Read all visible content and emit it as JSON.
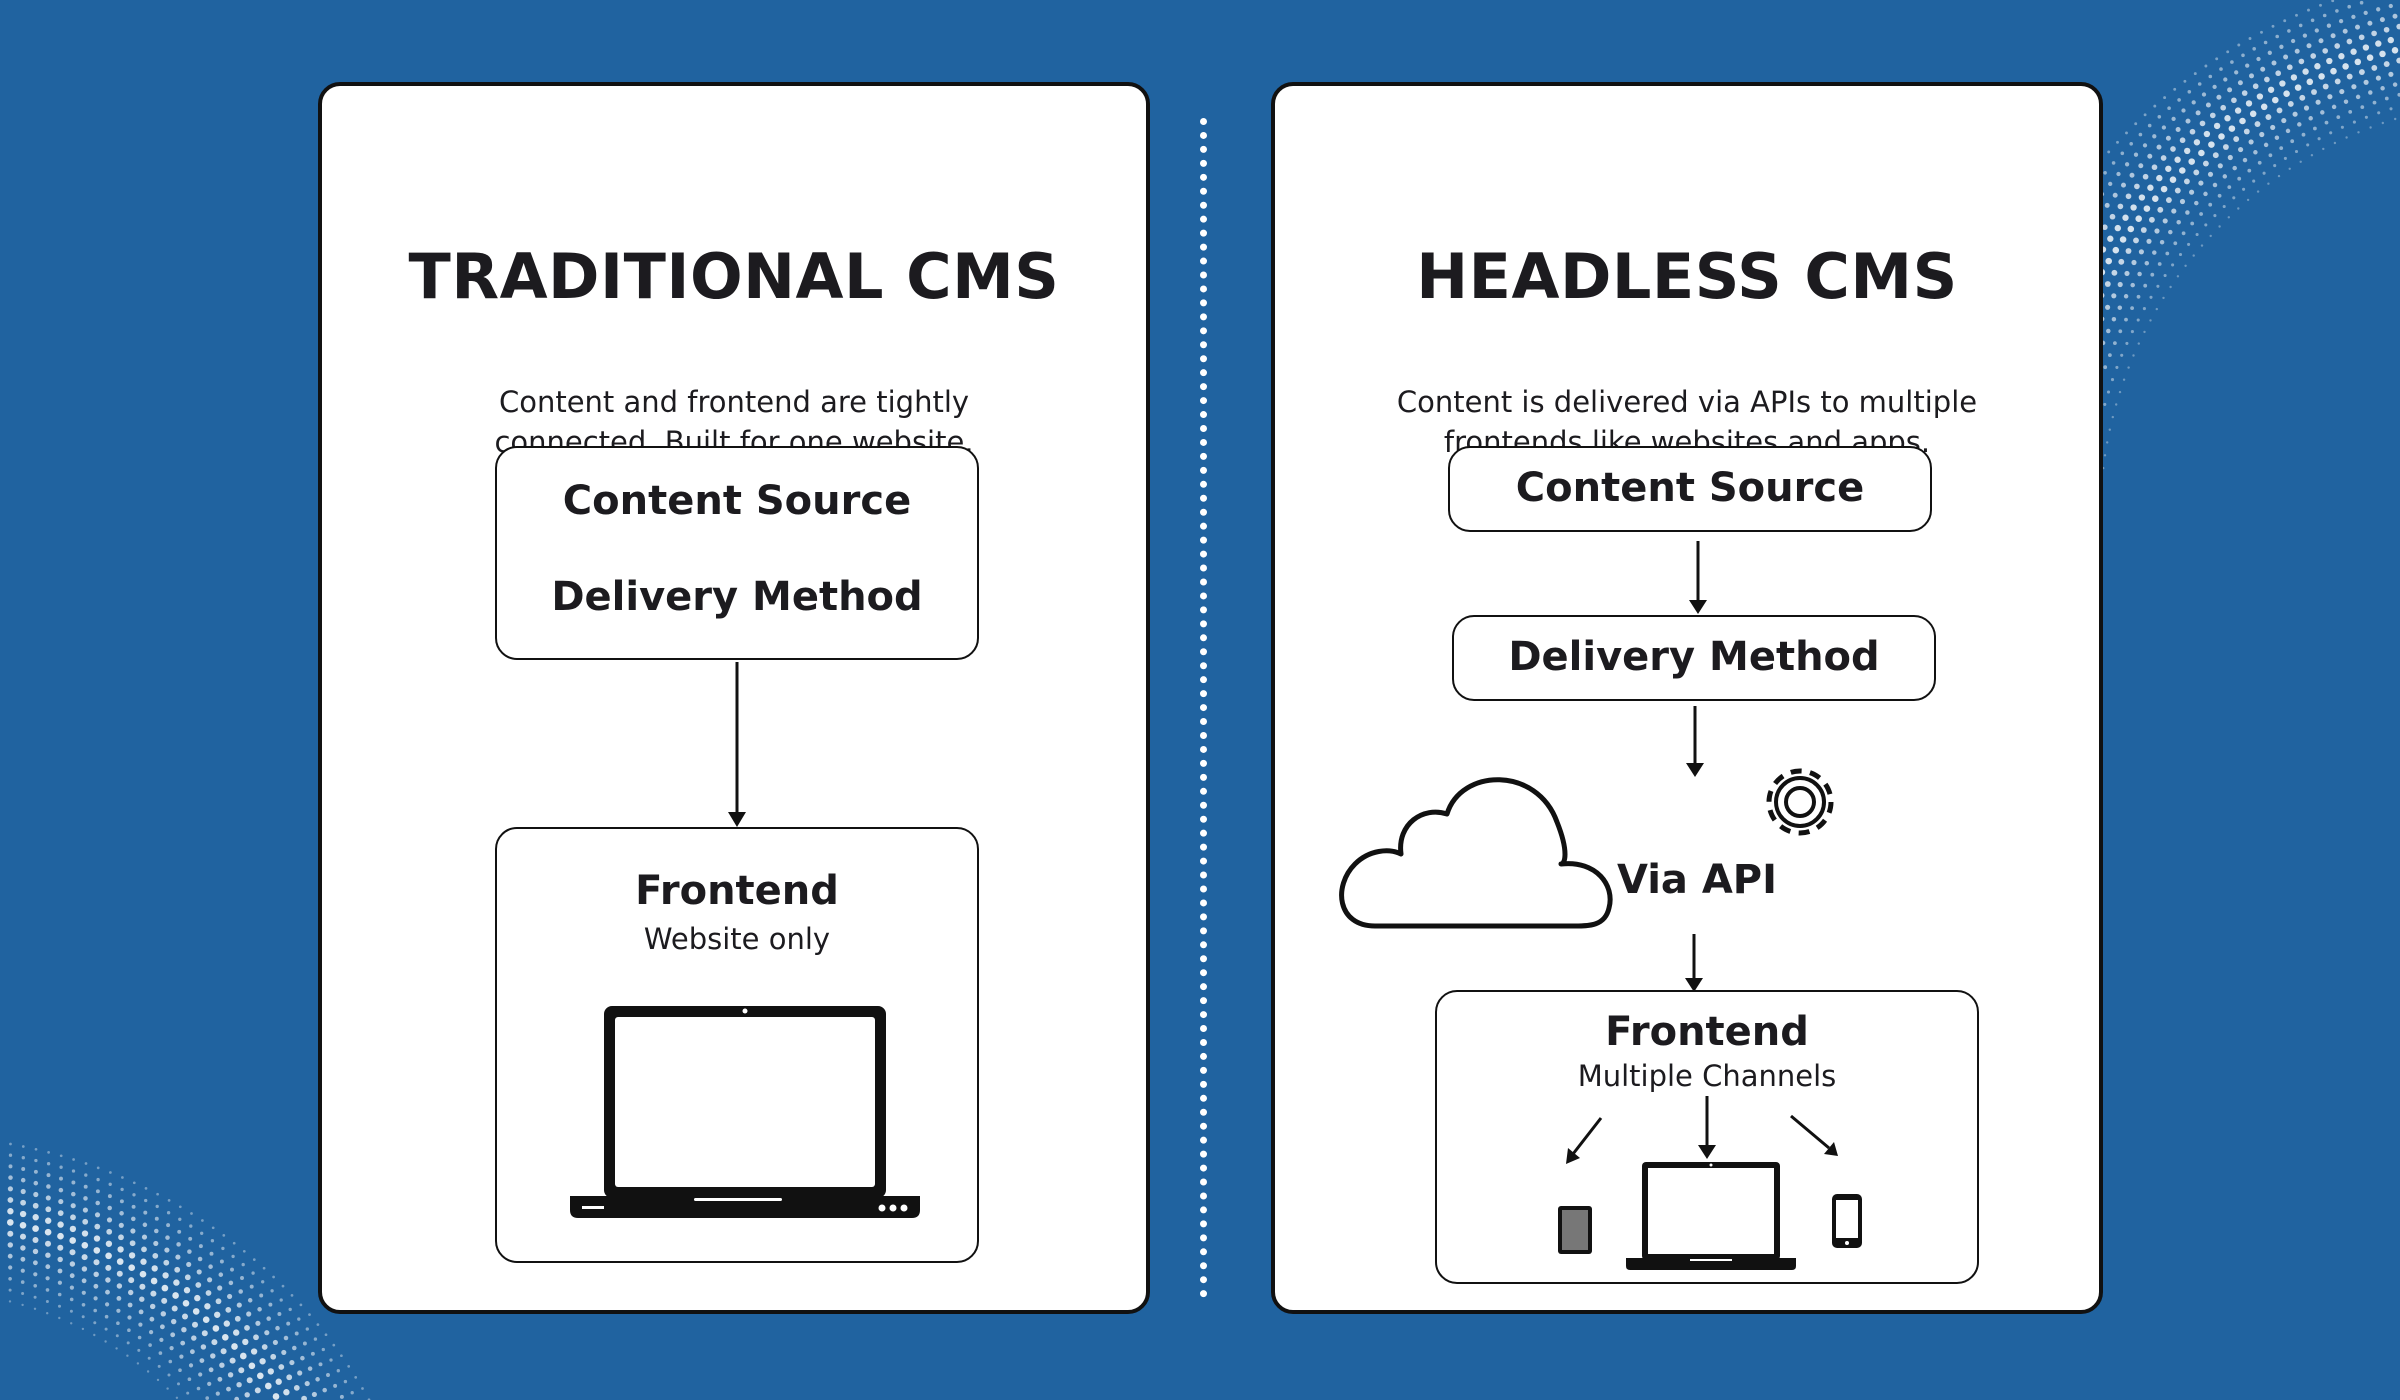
{
  "colors": {
    "background": "#2063a0",
    "card": "#ffffff",
    "ink": "#111111",
    "dots": "#ffffff"
  },
  "traditional": {
    "title": "TRADITIONAL CMS",
    "description_lines": [
      "Content and frontend are tightly",
      "connected. Built for one website."
    ],
    "top_box": {
      "line1": "Content Source",
      "line2": "Delivery Method"
    },
    "frontend": {
      "title": "Frontend",
      "subtitle": "Website only"
    },
    "icons": [
      "arrow-down-icon",
      "laptop-icon"
    ]
  },
  "headless": {
    "title": "HEADLESS CMS",
    "description_lines": [
      "Content is delivered via APIs to multiple",
      "frontends like websites and apps."
    ],
    "content_source": "Content Source",
    "delivery_method": "Delivery Method",
    "api": "Via API",
    "frontend": {
      "title": "Frontend",
      "subtitle": "Multiple Channels"
    },
    "icons": [
      "cloud-icon",
      "gear-icon",
      "tablet-icon",
      "laptop-icon",
      "phone-icon",
      "arrow-down-icon"
    ]
  }
}
